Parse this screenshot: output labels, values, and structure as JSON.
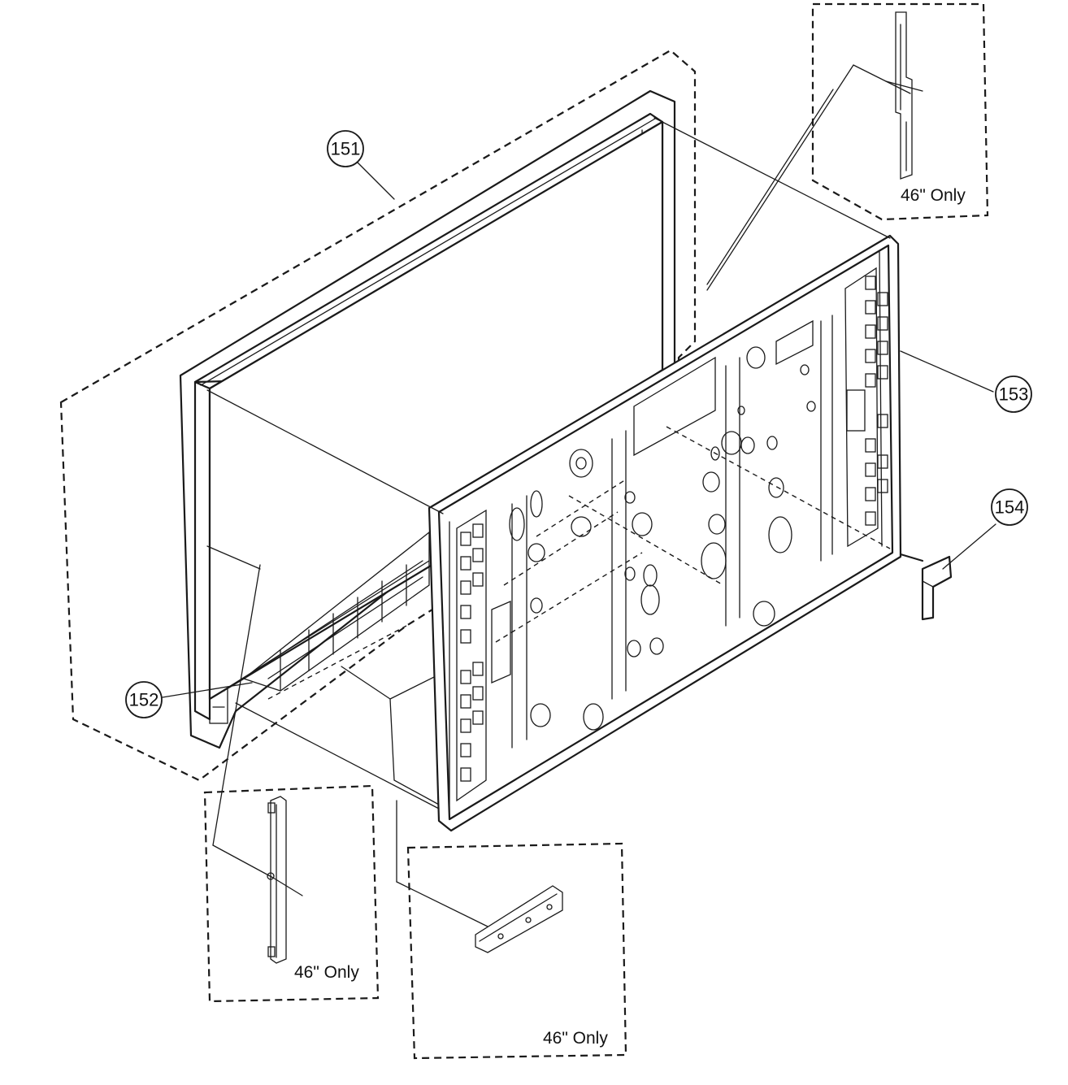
{
  "callouts": {
    "c151": "151",
    "c152": "152",
    "c153": "153",
    "c154": "154"
  },
  "notes": {
    "top_right": "46\" Only",
    "bottom_left": "46\" Only",
    "bottom_center": "46\" Only"
  }
}
